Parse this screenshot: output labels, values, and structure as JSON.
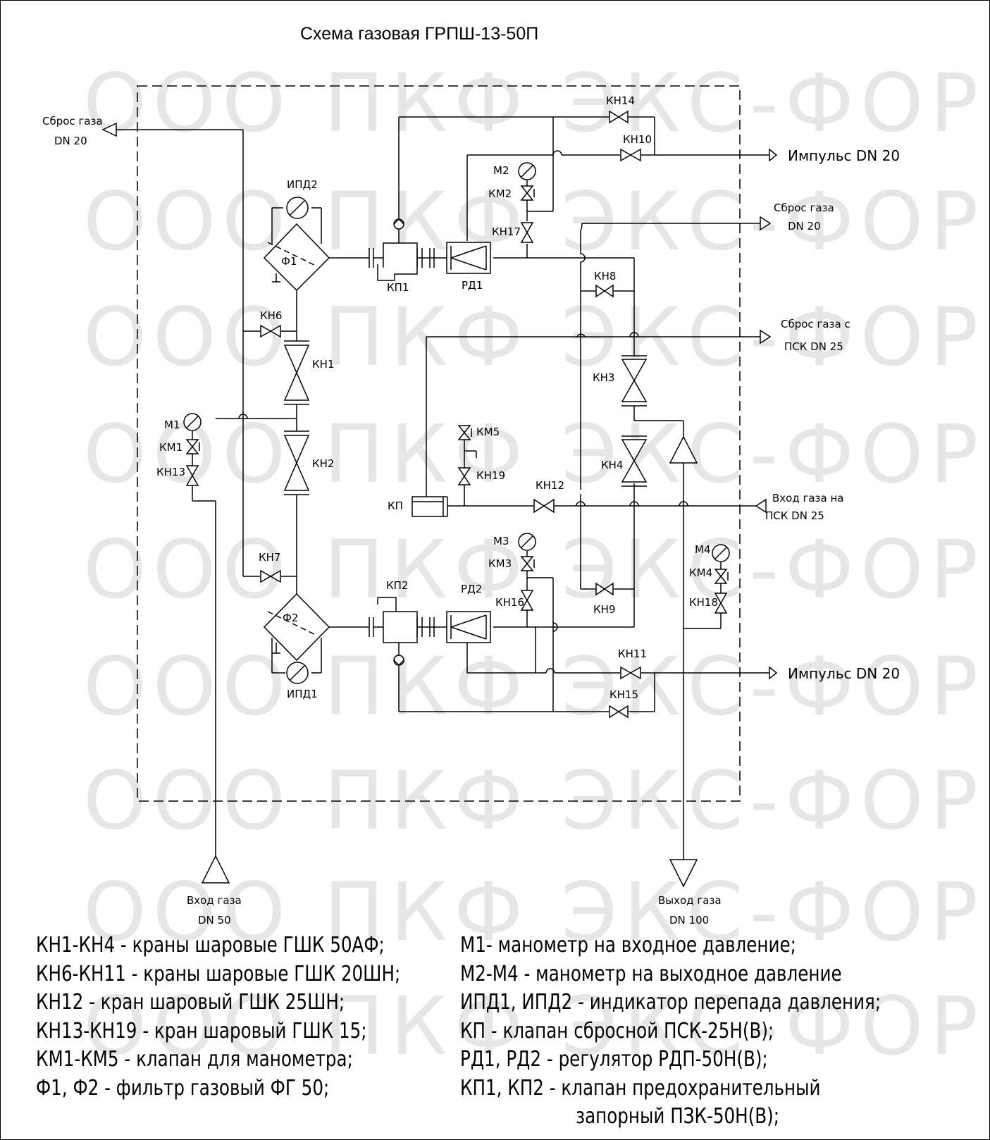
{
  "title": "Схема газовая ГРПШ-13-50П",
  "watermark": "ООО ПКФ ЭКС-ФОРМА",
  "colors": {
    "line": "#000000",
    "watermark": "#e6e6e6",
    "background": "#ffffff"
  },
  "labels": {
    "ipd2": "ИПД2",
    "ipd1": "ИПД1",
    "f1": "Ф1",
    "f2": "Ф2",
    "kp1": "КП1",
    "kp2": "КП2",
    "kp": "КП",
    "rd1": "РД1",
    "rd2": "РД2",
    "m1": "М1",
    "m2": "М2",
    "m3": "М3",
    "m4": "М4",
    "km1": "КМ1",
    "km2": "КМ2",
    "km3": "КМ3",
    "km4": "КМ4",
    "km5": "КМ5",
    "kn1": "КН1",
    "kn2": "КН2",
    "kn3": "КН3",
    "kn4": "КН4",
    "kn6": "КН6",
    "kn7": "КН7",
    "kn8": "КН8",
    "kn9": "КН9",
    "kn10": "КН10",
    "kn11": "КН11",
    "kn12": "КН12",
    "kn13": "КН13",
    "kn14": "КН14",
    "kn15": "КН15",
    "kn16": "КН16",
    "kn17": "КН17",
    "kn18": "КН18",
    "kn19": "КН19"
  },
  "connections": {
    "vent_left_1": "Сброс газа",
    "vent_left_2": "DN 20",
    "impulse_top": "Импульс DN 20",
    "vent_right_1": "Сброс газа",
    "vent_right_2": "DN 20",
    "vent_psk_1": "Сброс газа с",
    "vent_psk_2": "ПСК DN 25",
    "inlet_psk_1": "Вход газа на",
    "inlet_psk_2": "ПСК DN 25",
    "impulse_bottom": "Импульс DN 20",
    "inlet_1": "Вход газа",
    "inlet_2": "DN 50",
    "outlet_1": "Выход газа",
    "outlet_2": "DN 100"
  },
  "legend_left": [
    "КН1-КН4 - краны шаровые ГШК 50АФ;",
    "КН6-КН11 - краны шаровые ГШК 20ШН;",
    "КН12 - кран шаровый ГШК 25ШН;",
    "КН13-КН19 - кран шаровый ГШК 15;",
    "КМ1-КМ5 - клапан для манометра;",
    "Ф1, Ф2 - фильтр газовый ФГ 50;"
  ],
  "legend_right": [
    "М1- манометр на входное давление;",
    "М2-М4 - манометр на выходное давление",
    "ИПД1, ИПД2 - индикатор перепада давления;",
    "КП - клапан сбросной ПСК-25Н(В);",
    "РД1, РД2 - регулятор РДП-50Н(В);",
    "КП1, КП2 - клапан предохранительный",
    "запорный ПЗК-50Н(В);"
  ]
}
